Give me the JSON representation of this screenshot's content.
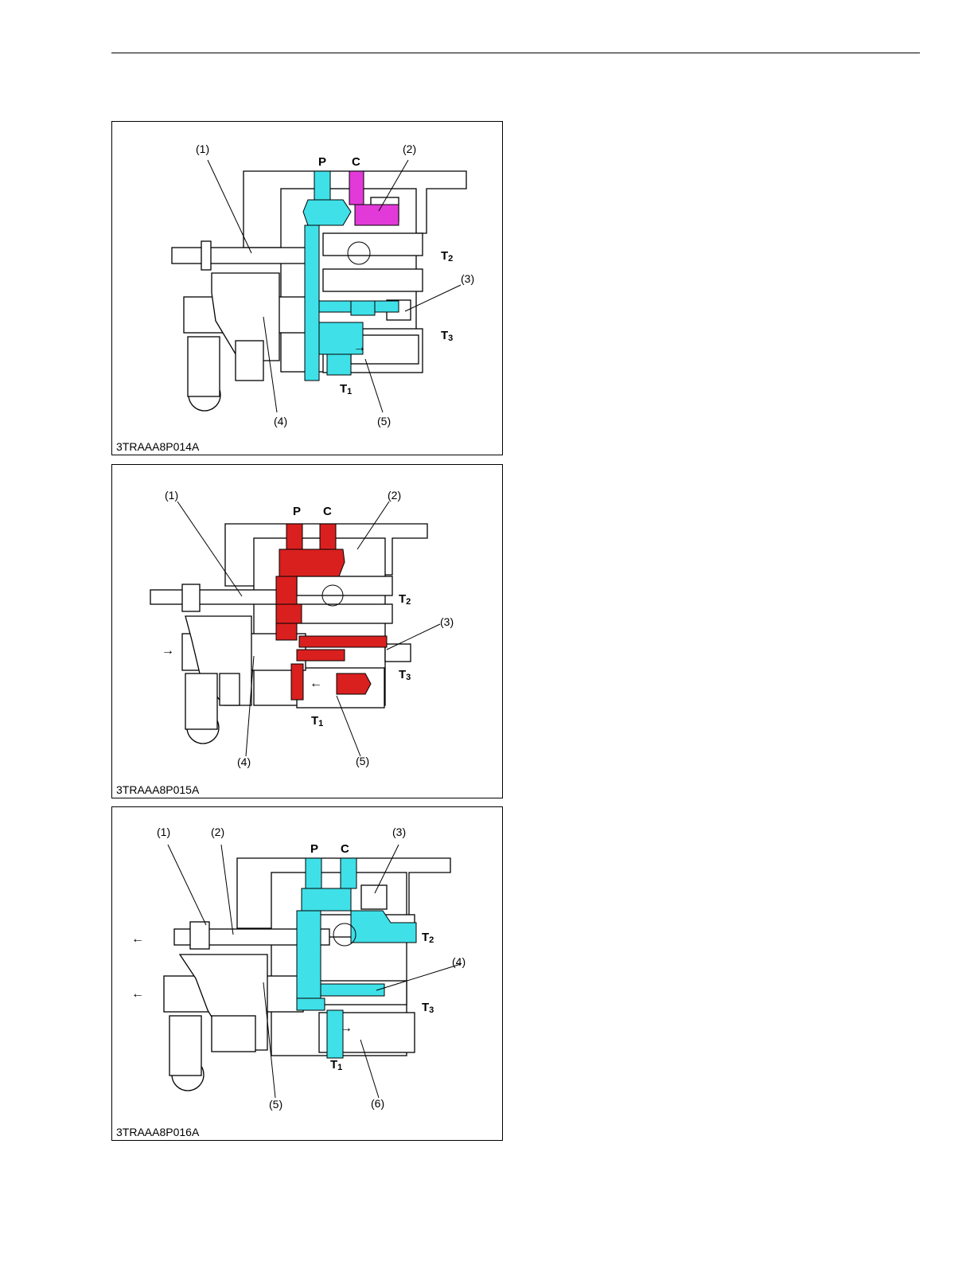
{
  "figures": [
    {
      "id": "3TRAAA8P014A",
      "ports": {
        "p": "P",
        "c": "C",
        "t1": "T",
        "t2": "T",
        "t3": "T",
        "t1_sub": "1",
        "t2_sub": "2",
        "t3_sub": "3"
      },
      "callouts": [
        "(1)",
        "(2)",
        "(3)",
        "(4)",
        "(5)"
      ],
      "colors": {
        "primary": "#3fe0e8",
        "secondary": "#e23ad9"
      }
    },
    {
      "id": "3TRAAA8P015A",
      "ports": {
        "p": "P",
        "c": "C",
        "t1": "T",
        "t2": "T",
        "t3": "T",
        "t1_sub": "1",
        "t2_sub": "2",
        "t3_sub": "3"
      },
      "callouts": [
        "(1)",
        "(2)",
        "(3)",
        "(4)",
        "(5)"
      ],
      "colors": {
        "primary": "#d9201f",
        "secondary": "#d9201f"
      }
    },
    {
      "id": "3TRAAA8P016A",
      "ports": {
        "p": "P",
        "c": "C",
        "t1": "T",
        "t2": "T",
        "t3": "T",
        "t1_sub": "1",
        "t2_sub": "2",
        "t3_sub": "3"
      },
      "callouts": [
        "(1)",
        "(2)",
        "(3)",
        "(4)",
        "(5)",
        "(6)"
      ],
      "colors": {
        "primary": "#3fe0e8",
        "secondary": "#3fe0e8"
      }
    }
  ]
}
